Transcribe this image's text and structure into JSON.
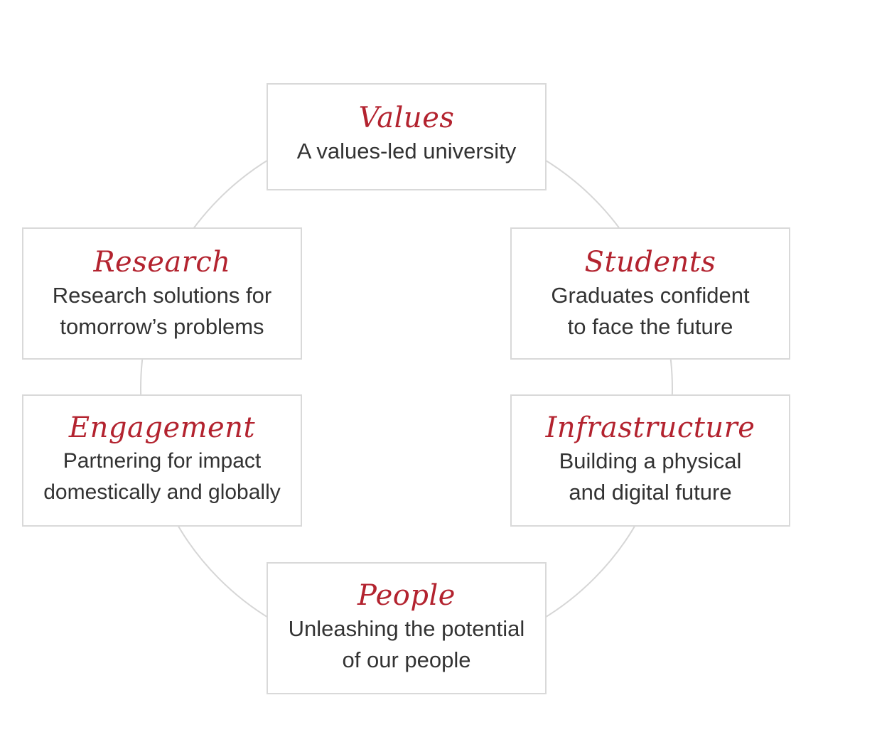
{
  "colors": {
    "title": "#b3232f",
    "ring": "#d6d6d6",
    "border": "#d9d9d9",
    "text": "#333333"
  },
  "nodes": [
    {
      "id": "values",
      "title": "Values",
      "description": "A values-led university"
    },
    {
      "id": "students",
      "title": "Students",
      "description": "Graduates confident\nto face the future"
    },
    {
      "id": "infrastructure",
      "title": "Infrastructure",
      "description": "Building a physical\nand digital future"
    },
    {
      "id": "people",
      "title": "People",
      "description": "Unleashing the potential\nof our people"
    },
    {
      "id": "engagement",
      "title": "Engagement",
      "description": "Partnering for impact\ndomestically and globally"
    },
    {
      "id": "research",
      "title": "Research",
      "description": "Research solutions for\ntomorrow’s problems"
    }
  ]
}
